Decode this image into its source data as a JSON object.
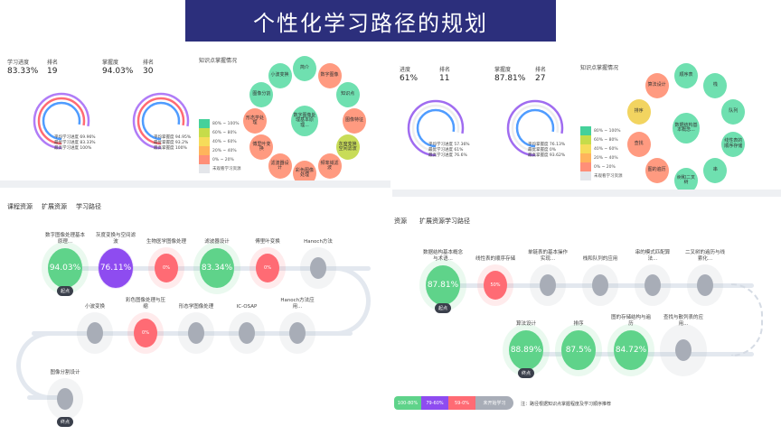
{
  "title": "个性化学习路径的规划",
  "left": {
    "stats": [
      {
        "label": "学习进度",
        "value": "83.33%"
      },
      {
        "label": "排名",
        "value": "19"
      },
      {
        "label": "掌握度",
        "value": "94.03%"
      },
      {
        "label": "排名",
        "value": "30"
      }
    ],
    "rings": [
      {
        "legend": [
          "平均学习进度 69.96%",
          "最优学习进度 83.33%",
          "最高学习进度 100%"
        ]
      },
      {
        "legend": [
          "平均掌握度 94.95%",
          "最优掌握度 93.2%",
          "最高掌握度 100%"
        ]
      }
    ],
    "graph_title": "知识点掌握情况",
    "tabs": [
      "课程资源",
      "扩展资源",
      "学习路径"
    ],
    "path_row1": [
      {
        "title": "数字图像处理基本原理...",
        "value": "94.03%",
        "status": "green"
      },
      {
        "title": "灰度变换与空间滤波",
        "value": "76.11%",
        "status": "purple"
      },
      {
        "title": "生物医学图像处理",
        "value": "0%",
        "status": "red"
      },
      {
        "title": "滤波器设计",
        "value": "83.34%",
        "status": "green"
      },
      {
        "title": "傅里叶变换",
        "value": "0%",
        "status": "red"
      },
      {
        "title": "Hanoch方法",
        "value": "",
        "status": "grey"
      }
    ],
    "path_row2": [
      {
        "title": "小波变换",
        "value": "",
        "status": "grey"
      },
      {
        "title": "彩色图像处理与压缩",
        "value": "0%",
        "status": "red"
      },
      {
        "title": "形态学图像处理",
        "value": "",
        "status": "grey"
      },
      {
        "title": "IC-OSAP",
        "value": "",
        "status": "grey"
      },
      {
        "title": "Hanoch方法应用...",
        "value": "",
        "status": "grey"
      }
    ],
    "path_row3": [
      {
        "title": "图像分割设计",
        "value": "",
        "status": "grey"
      }
    ],
    "start": "起点",
    "end": "终点",
    "bubbles": [
      "简介",
      "数字图像",
      "知识点",
      "图像特征",
      "灰度变换空间滤波",
      "频率域滤波",
      "彩色图像处理",
      "滤波器设计",
      "傅里叶变换",
      "形态学处理",
      "图像分割",
      "小波变换",
      "数字图像处理基本原理..."
    ]
  },
  "right": {
    "stats": [
      {
        "label": "进度",
        "value": "61%"
      },
      {
        "label": "排名",
        "value": "11"
      },
      {
        "label": "掌握度",
        "value": "87.81%"
      },
      {
        "label": "排名",
        "value": "27"
      }
    ],
    "rings": [
      {
        "legend": [
          "平均学习进度 57.36%",
          "最优学习进度 61%",
          "最高学习进度 76.6%"
        ]
      },
      {
        "legend": [
          "平均掌握度 76.13%",
          "最优掌握度 0%",
          "最高掌握度 93.62%"
        ]
      }
    ],
    "graph_title": "知识点掌握情况",
    "tabs": [
      "资源",
      "扩展资源",
      "学习路径"
    ],
    "path_row1": [
      {
        "title": "数据结构基本概念与术语...",
        "value": "87.81%",
        "status": "green"
      },
      {
        "title": "线性表的顺序存储",
        "value": "50%",
        "status": "red"
      },
      {
        "title": "单链表的基本操作实现...",
        "value": "",
        "status": "grey"
      },
      {
        "title": "栈和队列的应用",
        "value": "",
        "status": "grey"
      },
      {
        "title": "串的模式匹配算法...",
        "value": "",
        "status": "grey"
      },
      {
        "title": "二叉树的遍历与线索化...",
        "value": "",
        "status": "grey"
      }
    ],
    "path_row2": [
      {
        "title": "算法设计",
        "value": "88.89%",
        "status": "green"
      },
      {
        "title": "排序",
        "value": "87.5%",
        "status": "green"
      },
      {
        "title": "图的存储结构与遍历",
        "value": "84.72%",
        "status": "green"
      },
      {
        "title": "查找与散列表的应用...",
        "value": "",
        "status": "grey"
      }
    ],
    "start": "起点",
    "end": "终点",
    "legend": [
      "100-80%",
      "79-60%",
      "59-0%",
      "未开始学习"
    ],
    "note": "注：路径根据知识点掌握程度及学习顺序推荐",
    "bubbles": [
      "顺序表",
      "栈",
      "队列",
      "线性表的顺序存储",
      "串",
      "树和二叉树",
      "图的遍历",
      "查找",
      "排序",
      "算法设计",
      "数据结构基本概念..."
    ]
  },
  "graph_legend": [
    "80% ~ 100%",
    "60% ~ 80%",
    "40% ~ 60%",
    "20% ~ 40%",
    "0% ~ 20%",
    "未观看学习资源"
  ],
  "colors": {
    "green": "#5fd38a",
    "purple": "#8e4cf0",
    "red": "#ff6b74",
    "grey": "#a8adb7",
    "navy": "#2c2f7c"
  }
}
